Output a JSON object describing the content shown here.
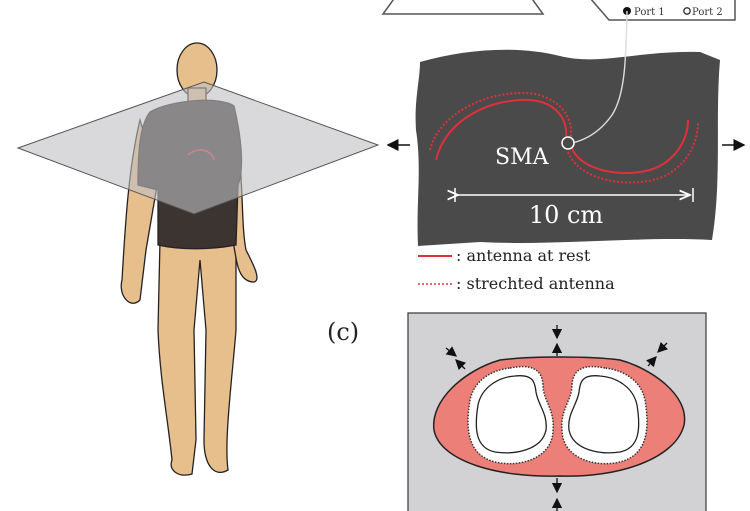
{
  "ports": {
    "port1": "Port 1",
    "port2": "Port 2"
  },
  "antenna": {
    "connector": "SMA",
    "scale": "10 cm"
  },
  "legend": {
    "rest": ": antenna at rest",
    "stretched": ": strechted antenna"
  },
  "panel_c": {
    "label": "(c)"
  },
  "colors": {
    "fabric": "#4a4a4a",
    "antenna": "#e0303a",
    "skin": "#e6bf8c",
    "shirt": "#3b3430",
    "tissue": "#ec8078",
    "panel_bg": "#d2d2d4"
  }
}
